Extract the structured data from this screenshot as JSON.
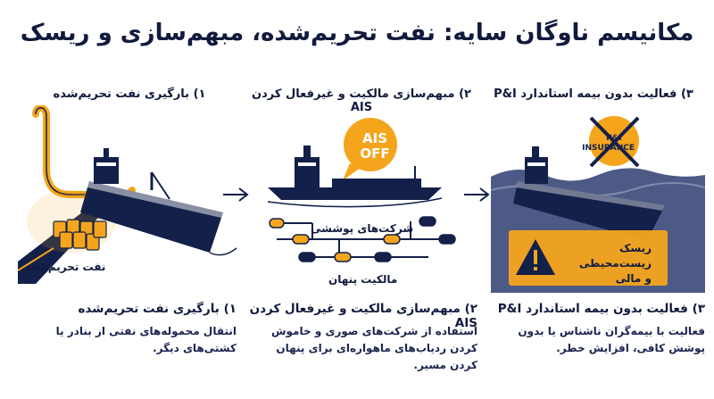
{
  "title": "مکانیسم ناوگان سایه: نفت تحریم‌شده، مبهم‌سازی و ریسک",
  "steps": [
    {
      "heading": "۱) بارگیری نفت تحریم‌شده",
      "label": "نفت تحریم‌شده",
      "caption_title": "۱) بارگیری نفت تحریم‌شده",
      "caption_body": "انتقال محموله‌های نفتی از بنادر یا کشتی‌های دیگر."
    },
    {
      "heading": "۲) مبهم‌سازی مالکیت و غیرفعال کردن AIS",
      "badge": "AIS OFF",
      "shell_label": "شرکت‌های پوششی",
      "owner_label": "مالکیت پنهان",
      "caption_title": "۲) مبهم‌سازی مالکیت و غیرفعال کردن AIS",
      "caption_body": "استفاده از شرکت‌های صوری و خاموش کردن ردیاب‌های ماهواره‌ای برای پنهان کردن مسیر."
    },
    {
      "heading": "۳) فعالیت بدون بیمه استاندارد P&I",
      "stamp": "P&I INSURANCE",
      "risk_label": "ریسک زیست‌محیطی و مالی",
      "caption_title": "۳) فعالیت بدون بیمه استاندارد P&I",
      "caption_body": "فعالیت با بیمه‌گران ناشناس یا بدون پوشش کافی، افزایش خطر."
    }
  ],
  "colors": {
    "navy": "#13204a",
    "orange": "#f4a51c",
    "sea": "#4e5a86",
    "text": "#111a3d"
  },
  "icons": [
    "pipeline-icon",
    "oil-barrels-icon",
    "tanker-icon",
    "ais-off-badge-icon",
    "network-icon",
    "no-insurance-stamp-icon",
    "warning-icon",
    "arrow-right-icon"
  ]
}
